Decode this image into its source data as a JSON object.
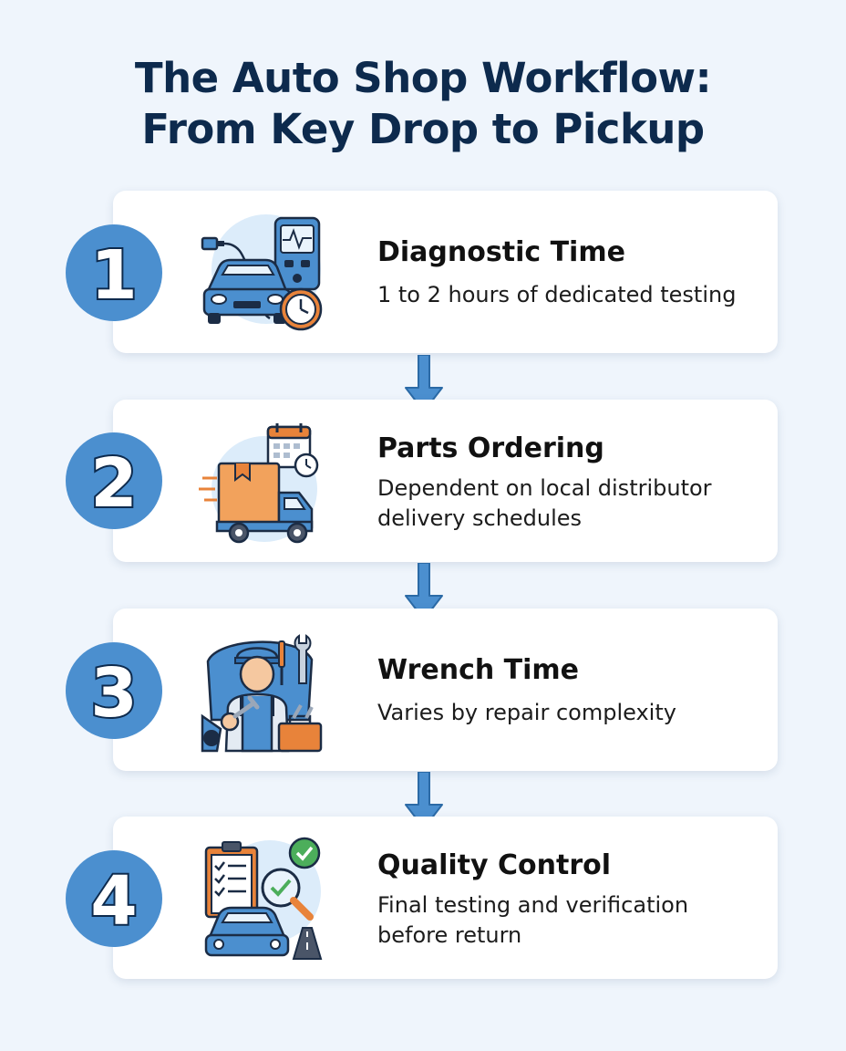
{
  "title": {
    "line1": "The Auto Shop Workflow:",
    "line2": "From Key Drop to Pickup"
  },
  "steps": [
    {
      "number": "1",
      "title": "Diagnostic Time",
      "description": "1 to 2 hours of dedicated testing",
      "icon": "diagnostic-scanner-car-clock-icon"
    },
    {
      "number": "2",
      "title": "Parts Ordering",
      "description": "Dependent on local distributor delivery schedules",
      "icon": "delivery-truck-calendar-icon"
    },
    {
      "number": "3",
      "title": "Wrench Time",
      "description": "Varies by repair complexity",
      "icon": "mechanic-tools-icon"
    },
    {
      "number": "4",
      "title": "Quality Control",
      "description": "Final testing and verification before return",
      "icon": "checklist-magnifier-car-icon"
    }
  ],
  "colors": {
    "background": "#eff5fc",
    "title": "#0d2a4d",
    "badge": "#4b8fcf",
    "arrow": "#4b8fcf",
    "card": "#ffffff",
    "accent_orange": "#e8833a",
    "navy_outline": "#1b2c45"
  }
}
